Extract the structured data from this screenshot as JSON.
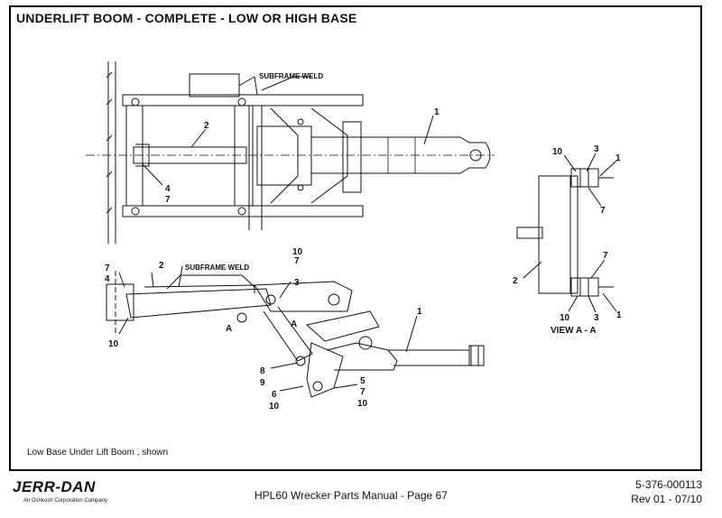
{
  "header": {
    "title": "UNDERLIFT BOOM - COMPLETE - LOW OR HIGH BASE"
  },
  "top_view": {
    "subframe_label": "SUBFRAME WELD",
    "callouts": [
      "1",
      "2",
      "4",
      "7"
    ]
  },
  "side_view": {
    "subframe_label": "SUBFRAME WELD",
    "callouts": [
      "7",
      "4",
      "2",
      "10",
      "7",
      "3",
      "1",
      "10",
      "8",
      "9",
      "6",
      "10",
      "5",
      "7",
      "10"
    ],
    "section_marks": [
      "A",
      "A"
    ]
  },
  "section_view": {
    "callouts": [
      "10",
      "3",
      "1",
      "7",
      "2",
      "7",
      "10",
      "3",
      "1"
    ],
    "label": "VIEW  A - A"
  },
  "caption": "Low Base Under Lift Boom , shown",
  "footer": {
    "brand": "JERR-DAN",
    "brand_sub": "An Oshkosh Corporation Company",
    "manual_page": "HPL60 Wrecker Parts Manual  -  Page 67",
    "doc_number": "5-376-000113",
    "revision": "Rev 01 - 07/10"
  }
}
